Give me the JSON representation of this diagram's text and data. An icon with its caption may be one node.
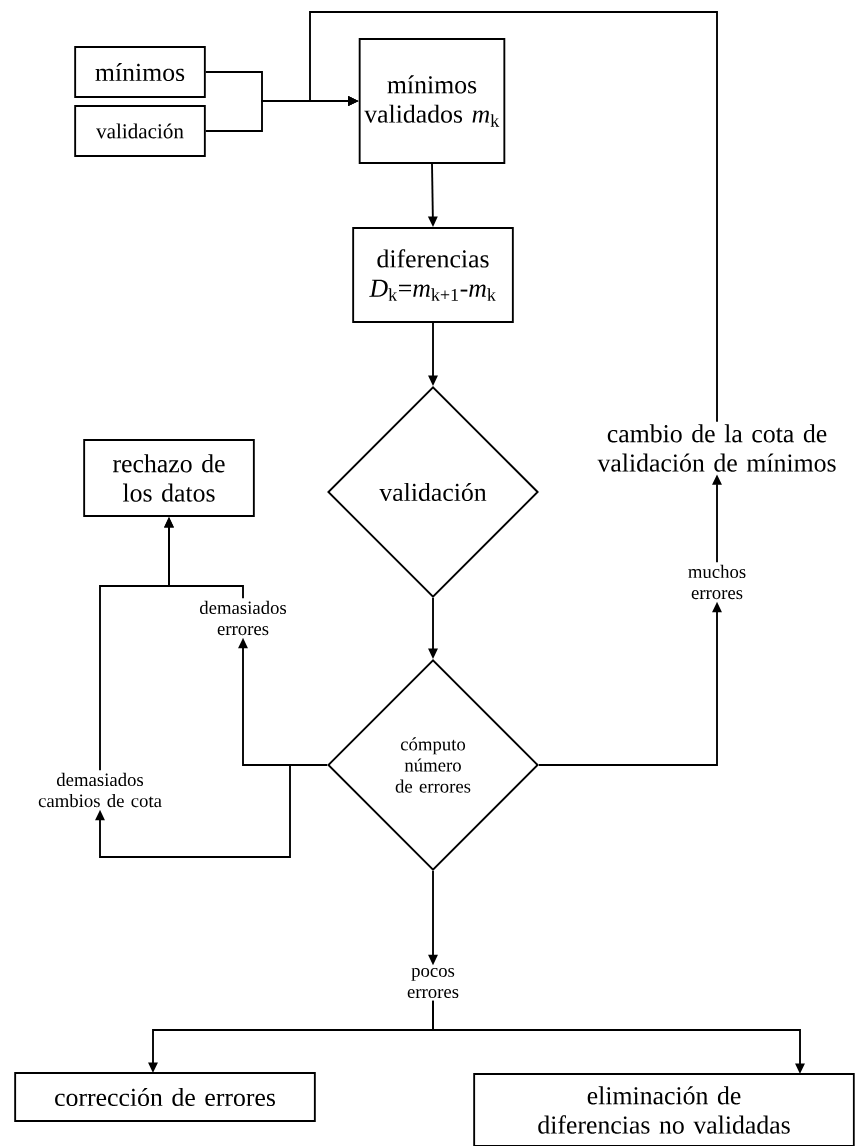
{
  "diagram": {
    "nodes": [
      {
        "text": [
          "mínimos"
        ]
      },
      {
        "text": [
          "validación"
        ]
      },
      {
        "text": [
          "mínimos validados *m*$_{k}$"
        ]
      },
      {
        "text": [
          "diferencias *D*$_{k}$=*m*$_{k+1}$-*m*$_{k}$"
        ]
      },
      {
        "text": [
          "validación"
        ]
      },
      {
        "text": [
          "cómputo número de errores"
        ]
      },
      {
        "text": [
          "rechazo de los datos"
        ]
      },
      {
        "text": [
          "cambio de la cota de validación de mínimos"
        ]
      },
      {
        "text": [
          "muchos errores"
        ]
      },
      {
        "text": [
          "demasiados errores"
        ]
      },
      {
        "text": [
          "demasiados cambios de cota"
        ]
      },
      {
        "text": [
          "pocos errores"
        ]
      },
      {
        "text": [
          "corrección de errores"
        ]
      },
      {
        "text": [
          "eliminación de diferencias no validadas"
        ]
      }
    ],
    "edges": [
      {
        "from": 0,
        "to": 2,
        "arrow": "to"
      },
      {
        "from": 1,
        "to": 2,
        "arrow": "to"
      },
      {
        "from": 7,
        "to": 2,
        "arrow": "to"
      },
      {
        "from": 2,
        "to": 3,
        "arrow": "to"
      },
      {
        "from": 3,
        "to": 4,
        "arrow": "to"
      },
      {
        "from": 4,
        "to": 5,
        "arrow": "to"
      },
      {
        "from": 5,
        "to": 8,
        "arrow": "to"
      },
      {
        "from": 8,
        "to": 7,
        "arrow": "to"
      },
      {
        "from": 5,
        "to": 9,
        "arrow": "to"
      },
      {
        "from": 9,
        "to": 6,
        "arrow": "to"
      },
      {
        "from": 5,
        "to": 10,
        "arrow": "to"
      },
      {
        "from": 10,
        "to": 6,
        "arrow": "to"
      },
      {
        "from": 5,
        "to": 11,
        "arrow": "to"
      },
      {
        "from": 11,
        "to": 12,
        "arrow": "to"
      },
      {
        "from": 11,
        "to": 13,
        "arrow": "to"
      }
    ]
  }
}
